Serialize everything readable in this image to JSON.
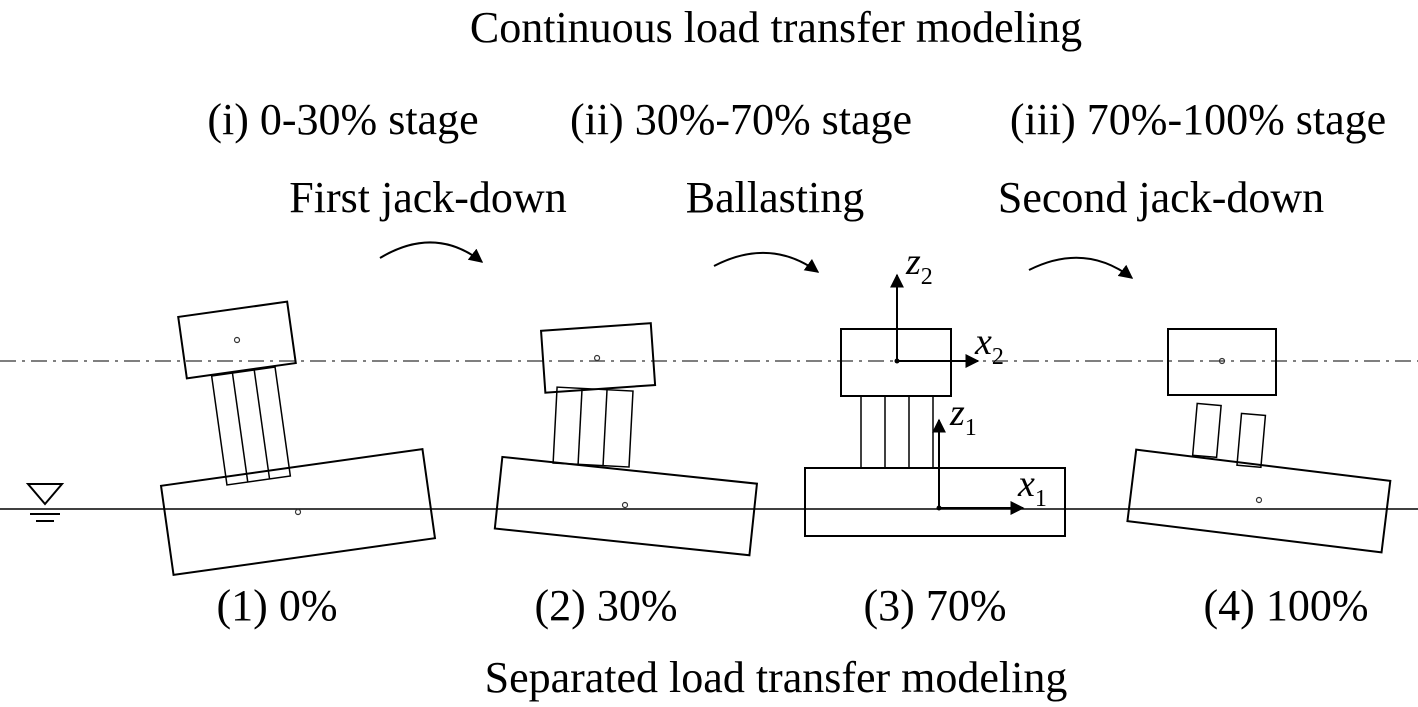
{
  "top_title": "Continuous load transfer modeling",
  "bottom_title": "Separated load transfer modeling",
  "stages": [
    {
      "label": "(i) 0-30% stage",
      "operation": "First jack-down"
    },
    {
      "label": "(ii) 30%-70% stage",
      "operation": "Ballasting"
    },
    {
      "label": "(iii) 70%-100% stage",
      "operation": "Second jack-down"
    }
  ],
  "steps": [
    "(1) 0%",
    "(2) 30%",
    "(3) 70%",
    "(4) 100%"
  ],
  "axes": {
    "x1": "x",
    "x1_sub": "1",
    "z1": "z",
    "z1_sub": "1",
    "x2": "x",
    "x2_sub": "2",
    "z2": "z",
    "z2_sub": "2"
  },
  "icons": {
    "water_level": "triangle-water-level-icon",
    "transition": "curved-arrow-icon"
  }
}
